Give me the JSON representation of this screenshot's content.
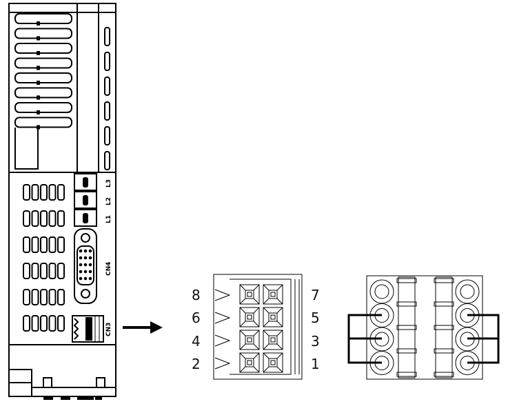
{
  "device": {
    "power_labels": [
      "L3",
      "L2",
      "L1"
    ],
    "port_cn4": "CN4",
    "port_cn3": "CN3"
  },
  "connector_front": {
    "left_pins": [
      "8",
      "6",
      "4",
      "2"
    ],
    "right_pins": [
      "7",
      "5",
      "3",
      "1"
    ]
  },
  "colors": {
    "line": "#000000",
    "background": "#ffffff"
  }
}
